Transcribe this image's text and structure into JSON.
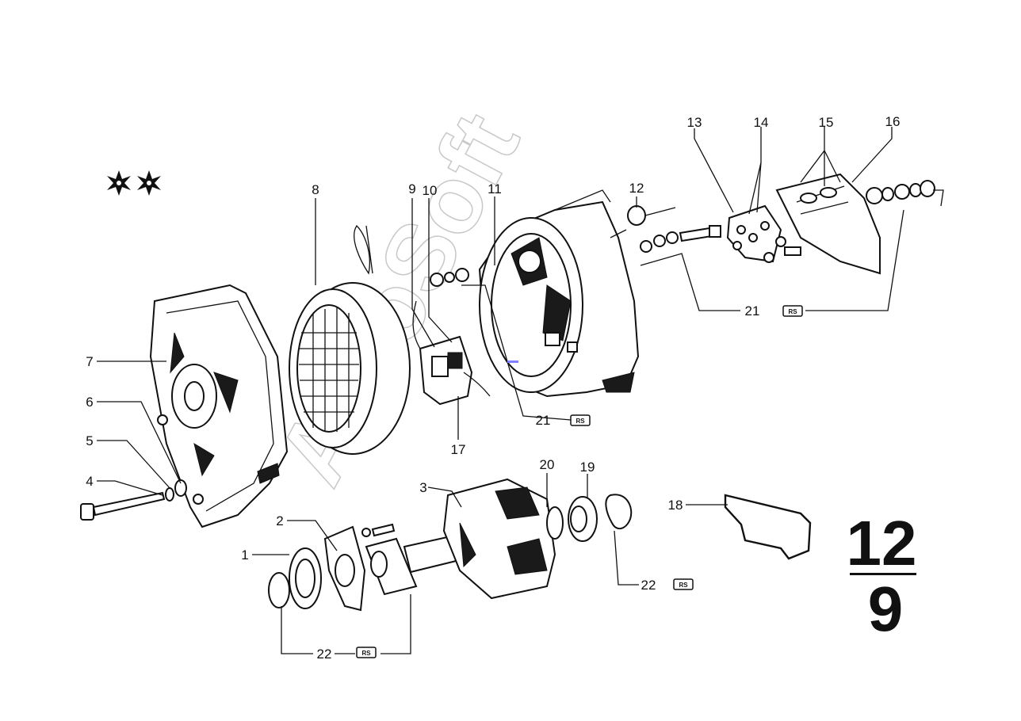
{
  "section": {
    "page_top": "12",
    "page_bottom": "9"
  },
  "watermark": "AutoSoft",
  "rs_badge": "RS",
  "stars": [
    "star-mark",
    "star-mark"
  ],
  "callouts": {
    "c1": "1",
    "c2": "2",
    "c3": "3",
    "c4": "4",
    "c5": "5",
    "c6": "6",
    "c7": "7",
    "c8": "8",
    "c9": "9",
    "c10": "10",
    "c11": "11",
    "c12": "12",
    "c13": "13",
    "c14": "14",
    "c15": "15",
    "c16": "16",
    "c17": "17",
    "c18": "18",
    "c19": "19",
    "c20": "20",
    "c21a": "21",
    "c21b": "21",
    "c22a": "22",
    "c22b": "22"
  }
}
